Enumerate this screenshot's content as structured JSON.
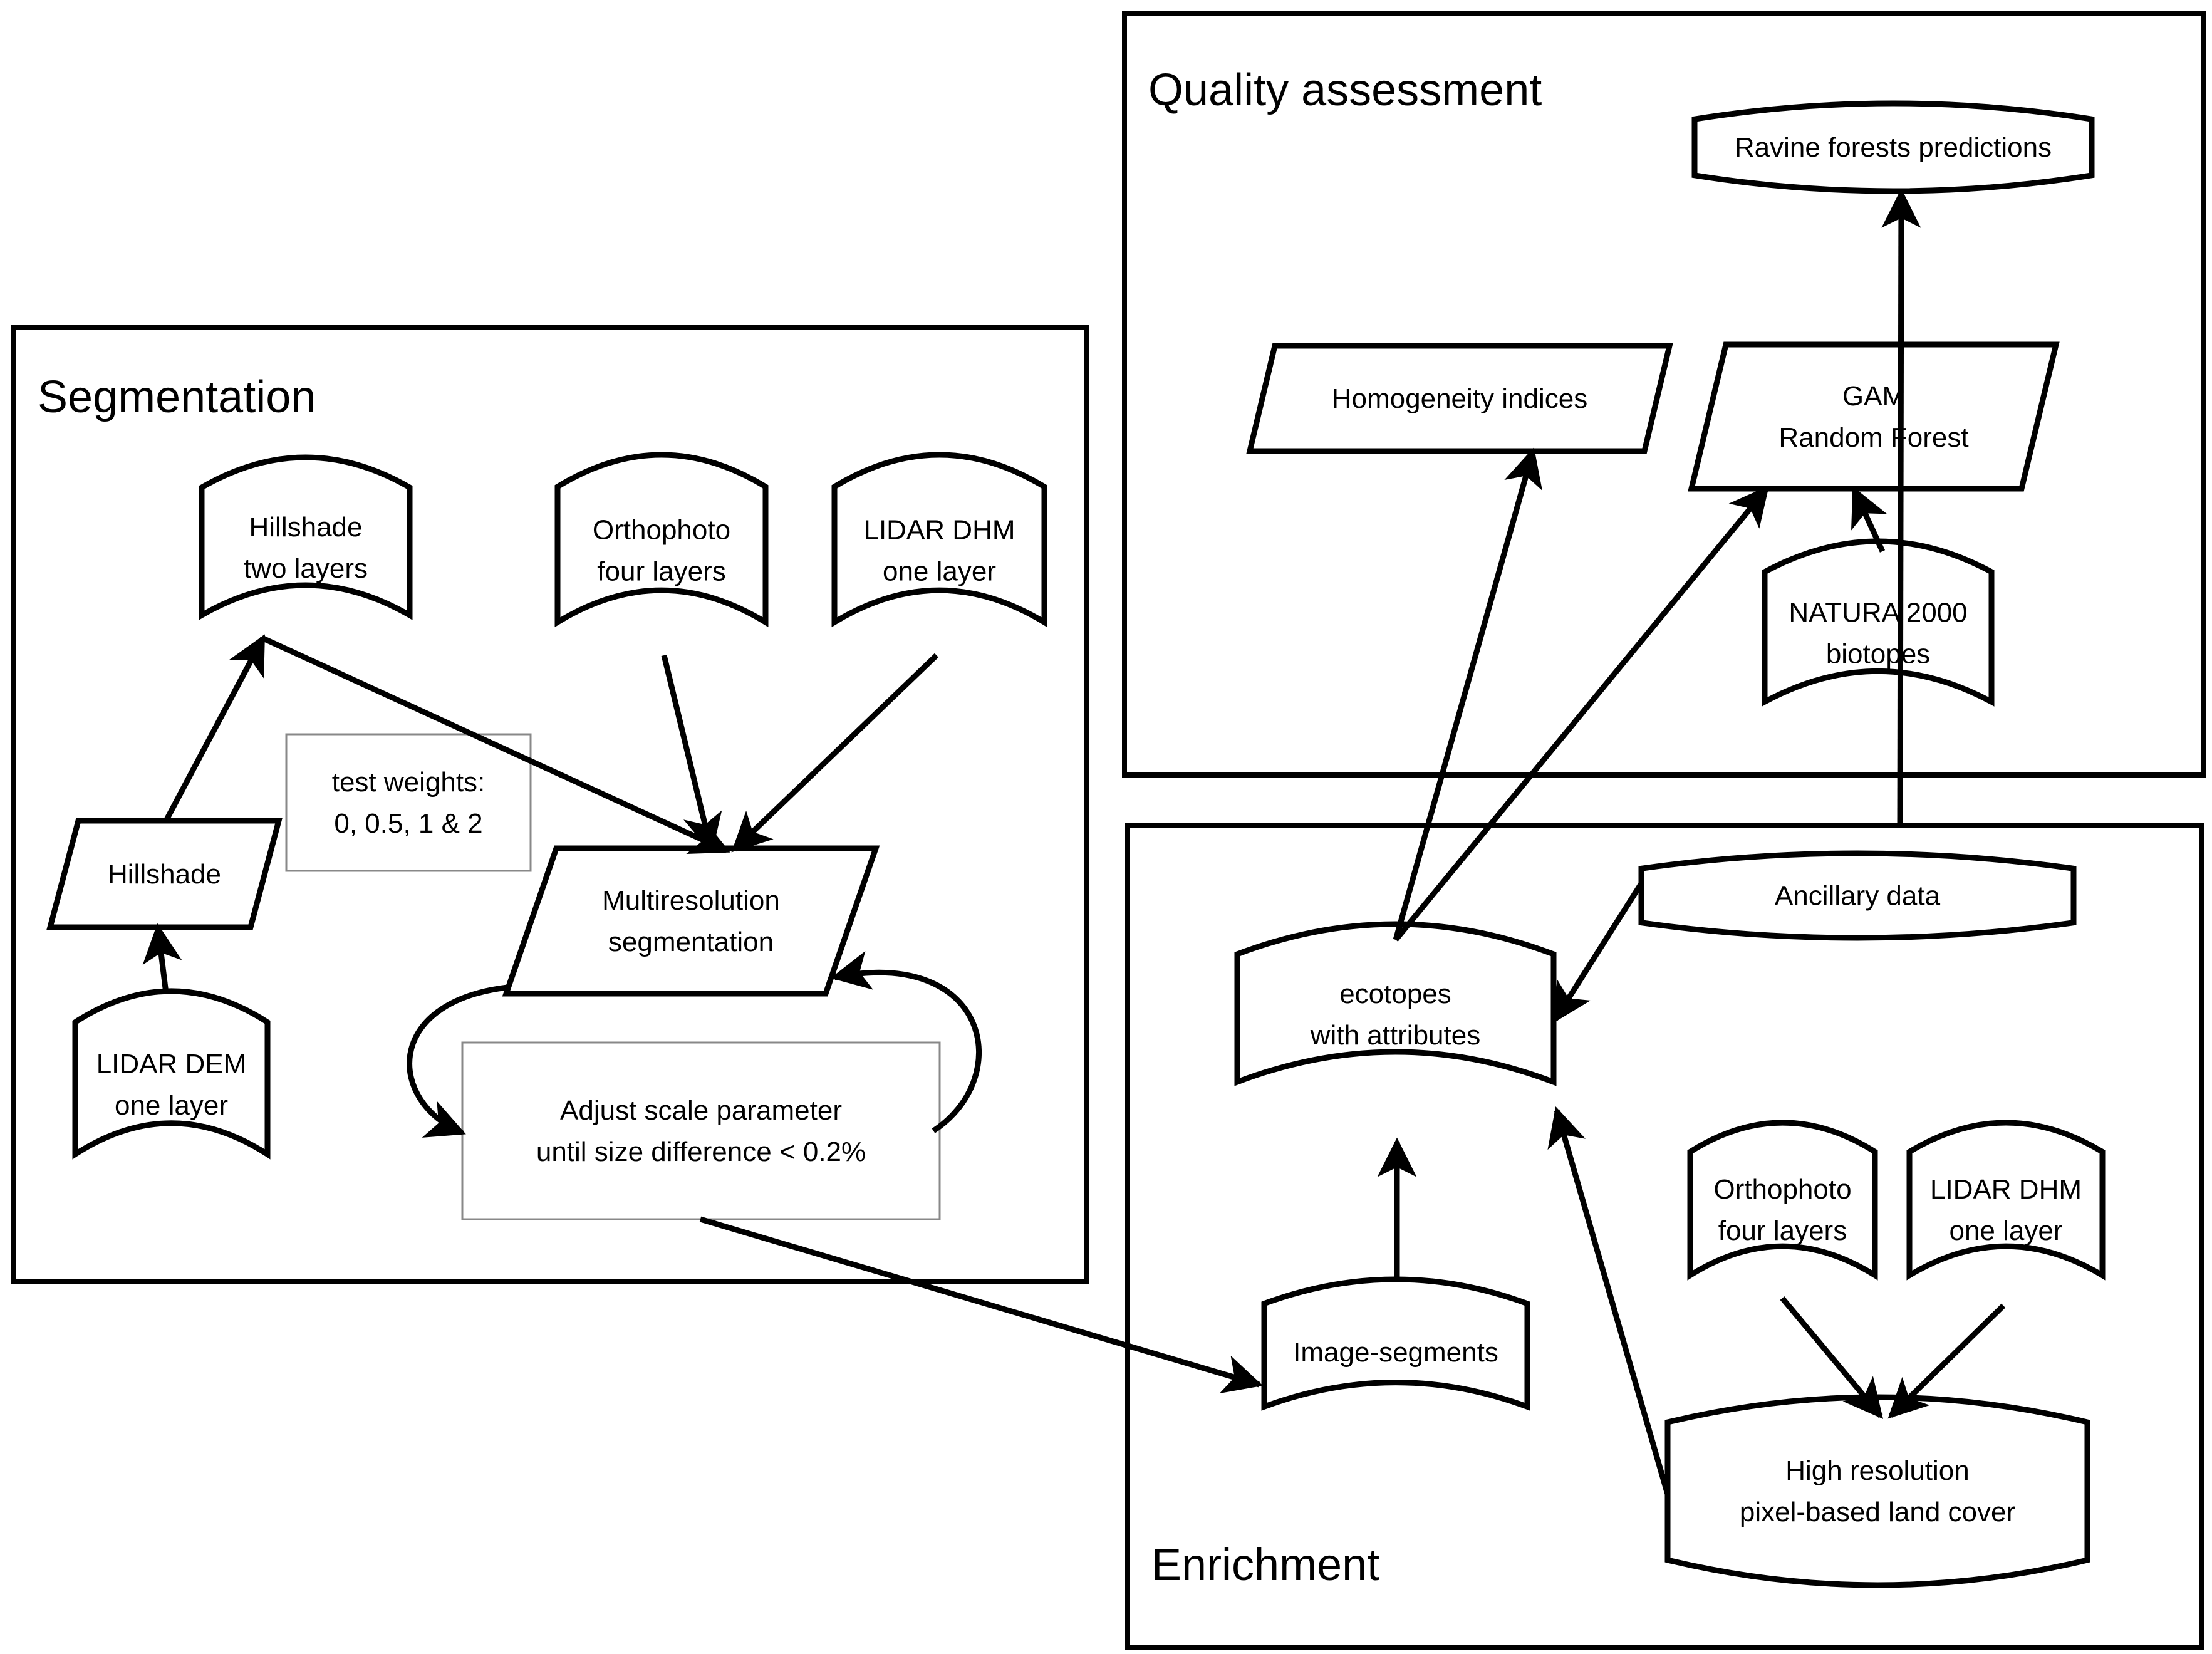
{
  "panels": {
    "segmentation": "Segmentation",
    "quality": "Quality assessment",
    "enrichment": "Enrichment"
  },
  "nodes": {
    "hillshade_layers": [
      "Hillshade",
      "two layers"
    ],
    "ortho_seg": [
      "Orthophoto",
      "four layers"
    ],
    "lidar_dhm_seg": [
      "LIDAR DHM",
      "one layer"
    ],
    "hillshade": [
      "Hillshade"
    ],
    "test_weights": [
      "test weights:",
      "0, 0.5, 1 & 2"
    ],
    "multires": [
      "Multiresolution",
      "segmentation"
    ],
    "lidar_dem": [
      "LIDAR DEM",
      "one layer"
    ],
    "adjust": [
      "Adjust scale parameter",
      "until size difference < 0.2%"
    ],
    "ravine": [
      "Ravine forests predictions"
    ],
    "homogeneity": [
      "Homogeneity indices"
    ],
    "gam": [
      "GAM",
      "Random Forest"
    ],
    "natura": [
      "NATURA 2000",
      "biotopes"
    ],
    "ancillary": [
      "Ancillary data"
    ],
    "ecotopes": [
      "ecotopes",
      "with attributes"
    ],
    "ortho_enr": [
      "Orthophoto",
      "four layers"
    ],
    "lidar_dhm_enr": [
      "LIDAR DHM",
      "one layer"
    ],
    "image_segments": [
      "Image-segments"
    ],
    "land_cover": [
      "High resolution",
      "pixel-based land cover"
    ]
  }
}
